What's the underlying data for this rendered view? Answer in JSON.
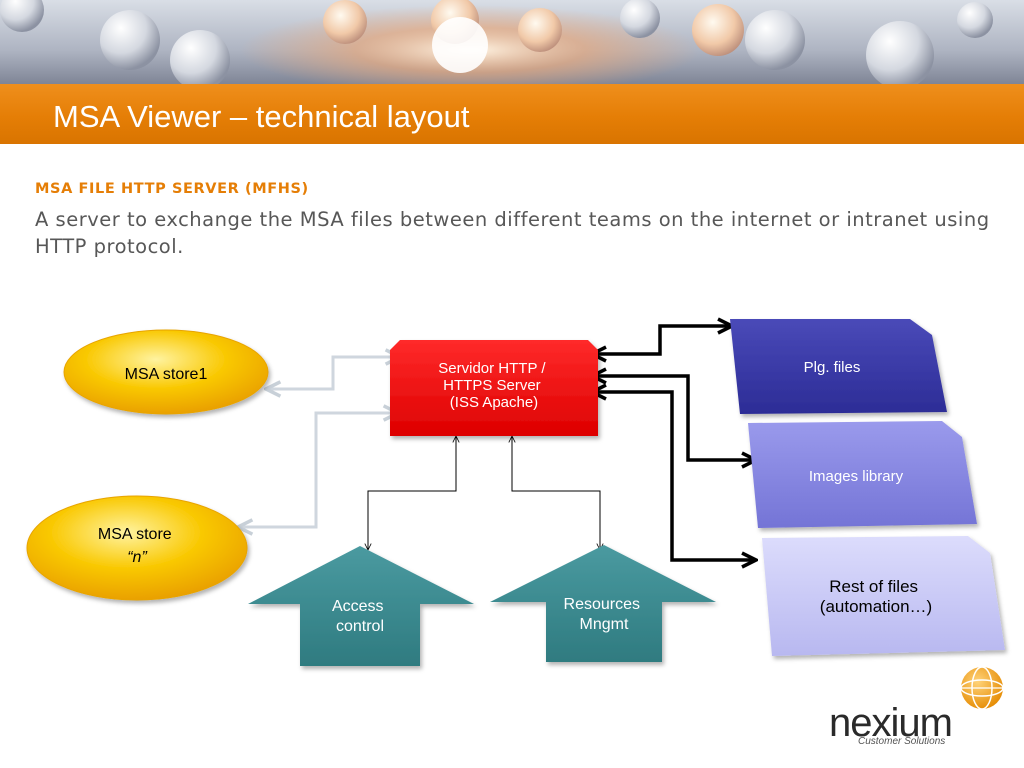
{
  "slide": {
    "title": "MSA Viewer – technical layout",
    "heading": "MSA FILE HTTP SERVER (MFHS)",
    "description": "A server to exchange the MSA files between different teams on the internet or intranet using HTTP protocol."
  },
  "diagram": {
    "stores": [
      {
        "id": "store1",
        "lines": [
          "MSA store1"
        ]
      },
      {
        "id": "store-n",
        "lines": [
          "MSA store",
          "“n”"
        ]
      }
    ],
    "server": {
      "lines": [
        "Servidor HTTP /",
        "HTTPS Server",
        "(ISS Apache)"
      ]
    },
    "file_groups": [
      {
        "id": "plg-files",
        "lines": [
          "Plg. files"
        ]
      },
      {
        "id": "images-library",
        "lines": [
          "Images library"
        ]
      },
      {
        "id": "rest-of-files",
        "lines": [
          "Rest of files",
          "(automation…)"
        ]
      }
    ],
    "modules": [
      {
        "id": "access-control",
        "lines": [
          "Access",
          "control"
        ]
      },
      {
        "id": "resources-mngmt",
        "lines": [
          "Resources",
          "Mngmt"
        ]
      }
    ]
  },
  "logo": {
    "name": "nexium",
    "tagline": "Customer Solutions"
  },
  "colors": {
    "title_bar": "#e57e06",
    "heading": "#e57e06",
    "server": "#ee0000",
    "store": "#f5b400",
    "plg_files": "#3a3aa8",
    "images_library": "#8585e0",
    "rest_of_files": "#c8c8f6",
    "modules": "#3f8f95"
  }
}
